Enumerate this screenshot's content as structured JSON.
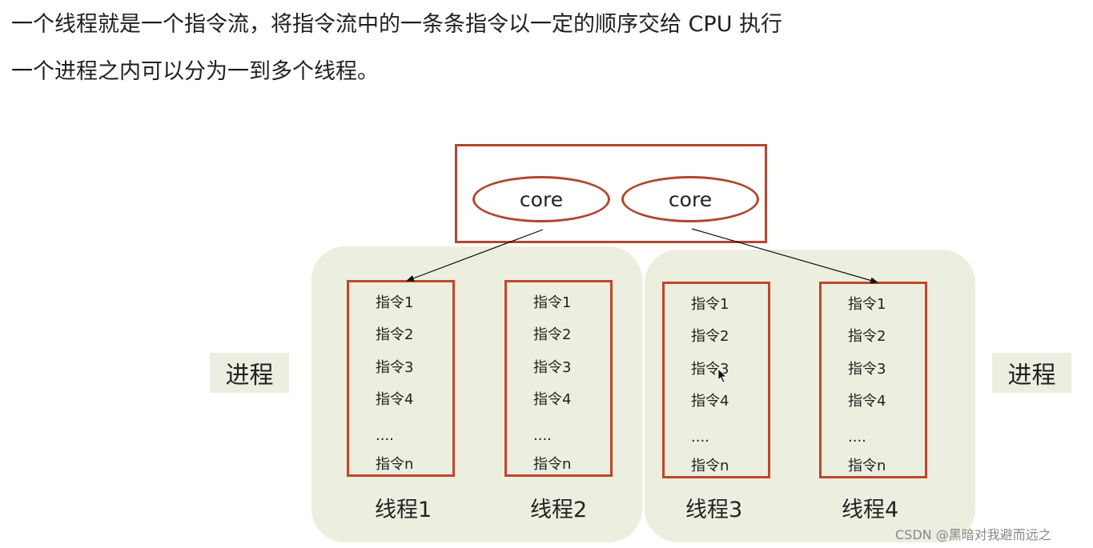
{
  "text": {
    "line1": "一个线程就是一个指令流，将指令流中的一条条指令以一定的顺序交给 CPU 执行",
    "line2": "一个进程之内可以分为一到多个线程。"
  },
  "cpu": {
    "cores": [
      "core",
      "core"
    ]
  },
  "processes": {
    "left_label": "进程",
    "right_label": "进程"
  },
  "threads": [
    {
      "label": "线程1",
      "instructions": [
        "指令1",
        "指令2",
        "指令3",
        "指令4",
        "....",
        "指令n"
      ]
    },
    {
      "label": "线程2",
      "instructions": [
        "指令1",
        "指令2",
        "指令3",
        "指令4",
        "....",
        "指令n"
      ]
    },
    {
      "label": "线程3",
      "instructions": [
        "指令1",
        "指令2",
        "指令3",
        "指令4",
        "....",
        "指令n"
      ]
    },
    {
      "label": "线程4",
      "instructions": [
        "指令1",
        "指令2",
        "指令3",
        "指令4",
        "....",
        "指令n"
      ]
    }
  ],
  "watermark": "CSDN @黑暗对我避而远之",
  "colors": {
    "border": "#b0472e",
    "process_bg": "#eceedf"
  }
}
